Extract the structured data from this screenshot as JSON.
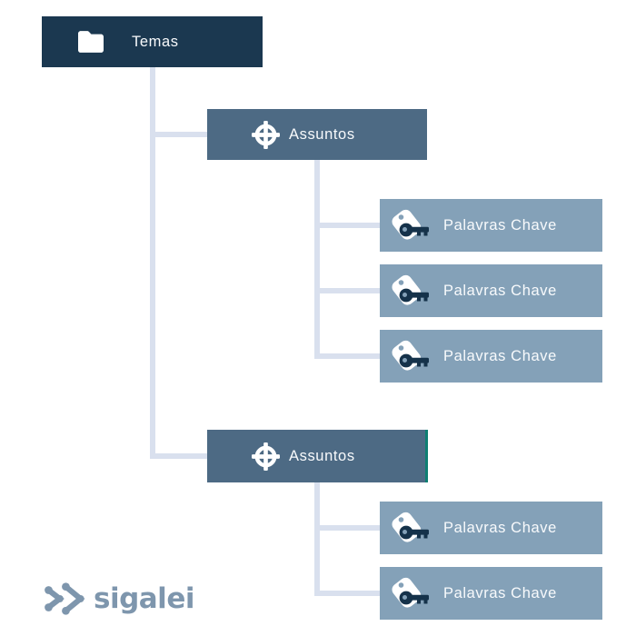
{
  "diagram": {
    "root": {
      "label": "Temas",
      "icon": "folder-icon",
      "bg_color": "#1b3850"
    },
    "branches": [
      {
        "node": {
          "label": "Assuntos",
          "icon": "target-icon",
          "bg_color": "#4d6a84"
        },
        "children": [
          {
            "label": "Palavras Chave",
            "icon": "tag-key-icon",
            "bg_color": "#84a1b8"
          },
          {
            "label": "Palavras Chave",
            "icon": "tag-key-icon",
            "bg_color": "#84a1b8"
          },
          {
            "label": "Palavras Chave",
            "icon": "tag-key-icon",
            "bg_color": "#84a1b8"
          }
        ]
      },
      {
        "node": {
          "label": "Assuntos",
          "icon": "target-icon",
          "bg_color": "#4d6a84",
          "right_accent_color": "#0e7e72"
        },
        "children": [
          {
            "label": "Palavras Chave",
            "icon": "tag-key-icon",
            "bg_color": "#84a1b8"
          },
          {
            "label": "Palavras Chave",
            "icon": "tag-key-icon",
            "bg_color": "#84a1b8"
          }
        ]
      }
    ],
    "connector_color": "#d9e0ee",
    "label_color": "#f8fafc",
    "key_color": "#15324a"
  },
  "footer": {
    "logo_text": "sigalei",
    "logo_color": "#7e96ad",
    "logo_icon": "sigalei-double-chevron-icon"
  }
}
